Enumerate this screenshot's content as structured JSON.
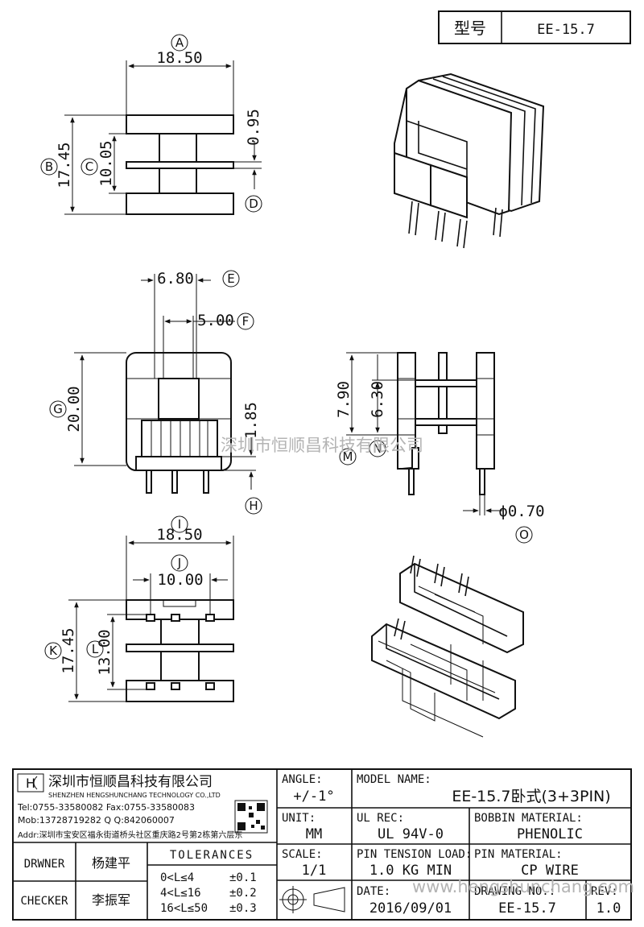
{
  "header": {
    "model_label": "型号",
    "model_value": "EE-15.7"
  },
  "views": {
    "top": {
      "dim_a": "18.50",
      "dim_b": "17.45",
      "dim_c": "10.05",
      "dim_d": "0.95",
      "callouts": [
        "A",
        "B",
        "C",
        "D"
      ]
    },
    "front": {
      "dim_e": "6.80",
      "dim_f": "5.00",
      "dim_g": "20.00",
      "dim_h": "1.85",
      "callouts": [
        "E",
        "F",
        "G",
        "H"
      ]
    },
    "side": {
      "dim_m": "7.90",
      "dim_n": "6.30",
      "dim_o": "ϕ0.70",
      "callouts": [
        "M",
        "N",
        "O"
      ]
    },
    "bottom": {
      "dim_i": "18.50",
      "dim_j": "10.00",
      "dim_k": "17.45",
      "dim_l": "13.00",
      "callouts": [
        "I",
        "J",
        "K",
        "L"
      ]
    }
  },
  "watermark_center": "深圳市恒顺昌科技有限公司",
  "watermark_bottom": "www.hengshunchang.com",
  "company": {
    "name_cn": "深圳市恒顺昌科技有限公司",
    "name_en": "SHENZHEN HENGSHUNCHANG TECHNOLOGY CO.,LTD",
    "tel_fax": "Tel:0755-33580082 Fax:0755-33580083",
    "mob_qq": "Mob:13728719282       Q Q:842060007",
    "addr": "Addr:深圳市宝安区福永街道桥头社区重庆路2号第2栋第六层东"
  },
  "title_block": {
    "angle_label": "ANGLE:",
    "angle_value": "+/-1°",
    "model_name_label": "MODEL NAME:",
    "model_name_value": "EE-15.7卧式(3+3PIN)",
    "unit_label": "UNIT:",
    "unit_value": "MM",
    "ul_label": "UL REC:",
    "ul_value": "UL 94V-0",
    "bobbin_label": "BOBBIN MATERIAL:",
    "bobbin_value": "PHENOLIC",
    "scale_label": "SCALE:",
    "scale_value": "1/1",
    "tension_label": "PIN TENSION LOAD:",
    "tension_value": "1.0 KG MIN",
    "pin_label": "PIN MATERIAL:",
    "pin_value": "CP WIRE",
    "date_label": "DATE:",
    "date_value": "2016/09/01",
    "drawing_label": "DRAWING NO.:",
    "drawing_value": "EE-15.7",
    "rev_label": "REV:",
    "rev_value": "1.0",
    "drawner_label": "DRWNER",
    "drawner_value": "杨建平",
    "checker_label": "CHECKER",
    "checker_value": "李振军",
    "tolerances_label": "TOLERANCES",
    "tolerances": [
      {
        "range": "0<L≤4",
        "value": "±0.1"
      },
      {
        "range": "4<L≤16",
        "value": "±0.2"
      },
      {
        "range": "16<L≤50",
        "value": "±0.3"
      }
    ]
  }
}
